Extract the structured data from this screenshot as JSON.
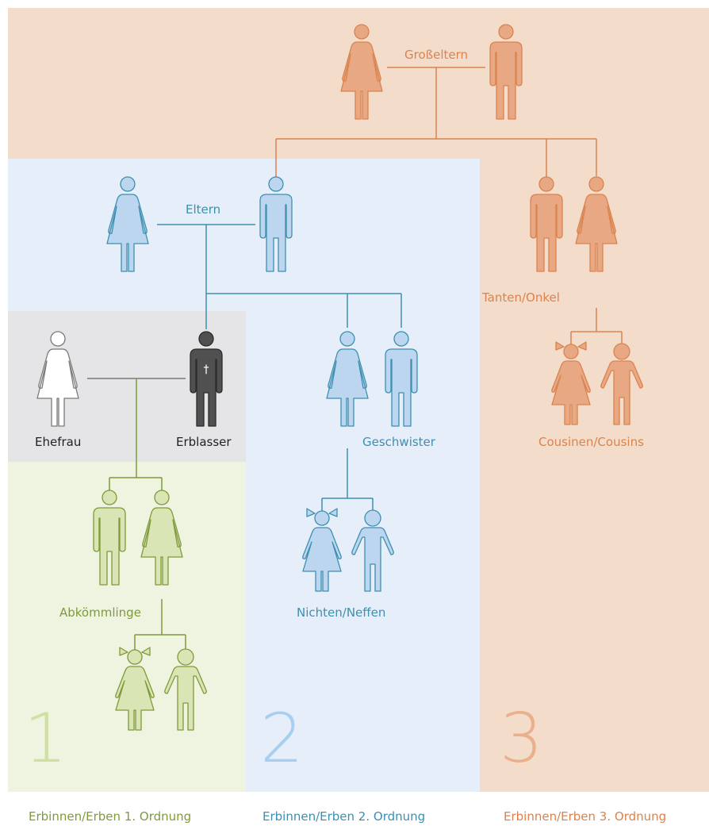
{
  "colors": {
    "orange_bg": "#f4dccb",
    "orange": "#d9834f",
    "orange_fill": "#e8a884",
    "blue_bg": "#e6eef9",
    "blue": "#3e8fb0",
    "blue_fill": "#bcd6ef",
    "gray_bg": "#e5e5e7",
    "gray_line": "#7a7a7a",
    "dark_fill": "#505050",
    "green_bg": "#eef4e0",
    "green": "#7f9a3a",
    "green_fill": "#d9e5b4",
    "big_green": "#cfe0a2",
    "big_blue": "#a9cff0",
    "big_orange": "#eab08c"
  },
  "labels": {
    "grosseltern": "Großeltern",
    "eltern": "Eltern",
    "tanten_onkel": "Tanten/Onkel",
    "cousinen_cousins": "Cousinen/Cousins",
    "ehefrau": "Ehefrau",
    "erblasser": "Erblasser",
    "geschwister": "Geschwister",
    "nichten_neffen": "Nichten/Neffen",
    "abkoemmlinge": "Abkömmlinge"
  },
  "orders": {
    "first_number": "1",
    "second_number": "2",
    "third_number": "3",
    "first_label": "Erbinnen/Erben 1. Ordnung",
    "second_label": "Erbinnen/Erben 2. Ordnung",
    "third_label": "Erbinnen/Erben 3. Ordnung"
  },
  "icons": {
    "erblasser_symbol": "†"
  }
}
